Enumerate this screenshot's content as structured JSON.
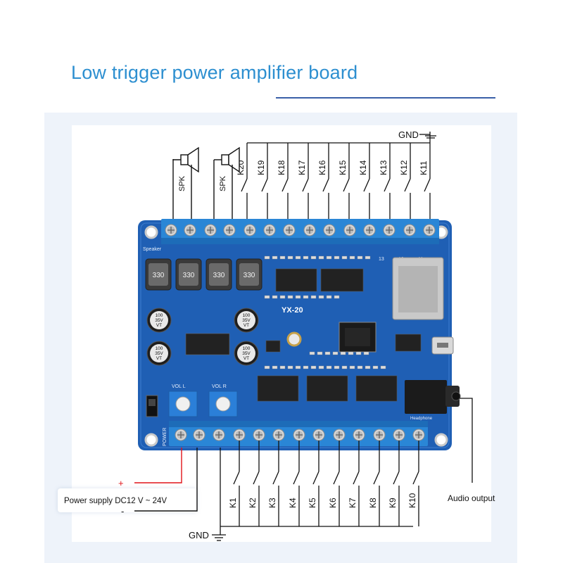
{
  "title": "Low trigger power amplifier board",
  "colors": {
    "title": "#2d8fd0",
    "pcb": "#1f5fb4",
    "terminal": "#2a86d6",
    "wire": "#111111",
    "plus": "#e0141a"
  },
  "board": {
    "model": "YX-20",
    "labels": {
      "speaker": "Speaker",
      "vol_l": "VOL L",
      "vol_r": "VOL R",
      "headphone": "Headphone",
      "power": "POWER",
      "inductor": "330",
      "cap_value": "100",
      "cap_voltage": "35V",
      "cap_mark": "VT",
      "pin13": "13",
      "pin12": "12",
      "pin11": "11"
    }
  },
  "speakers": [
    {
      "label": "SPK"
    },
    {
      "label": "SPK"
    }
  ],
  "top_gnd": "GND",
  "top_keys": [
    "K20",
    "K19",
    "K18",
    "K17",
    "K16",
    "K15",
    "K14",
    "K13",
    "K12",
    "K11"
  ],
  "bottom_keys": [
    "K1",
    "K2",
    "K3",
    "K4",
    "K5",
    "K6",
    "K7",
    "K8",
    "K9",
    "K10"
  ],
  "bottom_gnd": "GND",
  "power_supply": {
    "plus": "+",
    "minus": "-",
    "label": "Power supply DC12  V ~ 24V"
  },
  "audio_output": "Audio output"
}
